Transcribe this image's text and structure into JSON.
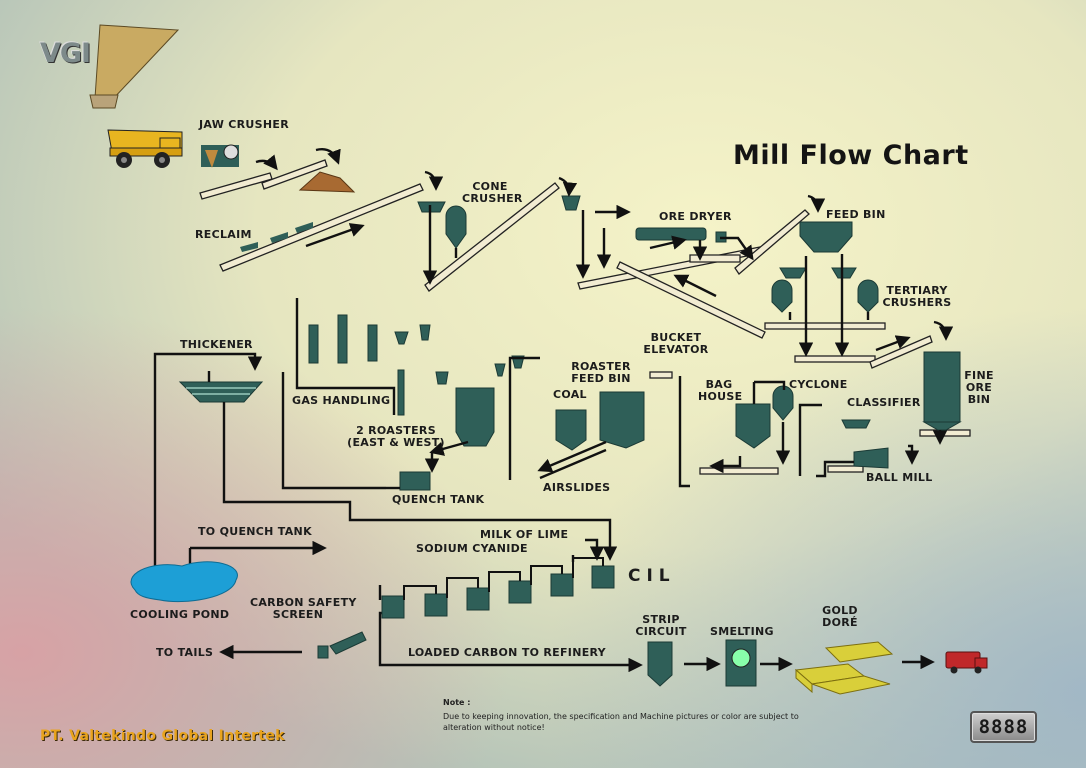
{
  "logo": {
    "text": "VGI"
  },
  "title": "Mill Flow Chart",
  "labels": {
    "jaw_crusher": "JAW CRUSHER",
    "reclaim": "RECLAIM",
    "cone_crusher": [
      "CONE",
      "CRUSHER"
    ],
    "ore_dryer": "ORE DRYER",
    "feed_bin": "FEED BIN",
    "tertiary_crushers": [
      "TERTIARY",
      "CRUSHERS"
    ],
    "thickener": "THICKENER",
    "gas_handling": "GAS HANDLING",
    "roasters": [
      "2 ROASTERS",
      "(EAST & WEST)"
    ],
    "quench_tank": "QUENCH TANK",
    "bucket_elevator": [
      "BUCKET",
      "ELEVATOR"
    ],
    "roaster_feed_bin": [
      "ROASTER",
      "FEED BIN"
    ],
    "coal": "COAL",
    "airslides": "AIRSLIDES",
    "bag_house": [
      "BAG",
      "HOUSE"
    ],
    "cyclone": "CYCLONE",
    "classifier": "CLASSIFIER",
    "fine_ore_bin": [
      "FINE",
      "ORE",
      "BIN"
    ],
    "ball_mill": "BALL MILL",
    "to_quench_tank": "TO QUENCH TANK",
    "milk_of_lime": "MILK OF LIME",
    "sodium_cyanide": "SODIUM CYANIDE",
    "cil": "CIL",
    "cooling_pond": "COOLING POND",
    "carbon_safety_screen": [
      "CARBON SAFETY",
      "SCREEN"
    ],
    "to_tails": "TO TAILS",
    "loaded_carbon": "LOADED CARBON TO REFINERY",
    "strip_circuit": [
      "STRIP",
      "CIRCUIT"
    ],
    "smelting": "SMELTING",
    "gold_dore": [
      "GOLD",
      "DORÉ"
    ]
  },
  "note": {
    "title": "Note :",
    "text": "Due to keeping innovation, the specification and Machine pictures or color are subject to alteration without notice!"
  },
  "footer": {
    "company": "PT. Valtekindo Global Intertek",
    "badge": "8888"
  },
  "colors": {
    "equipment": "#2f5f58",
    "line": "#111111",
    "pond": "#1d9fd6",
    "gold": "#d9cf3a",
    "truck_yellow": "#e8b520",
    "truck_red": "#c0282a",
    "conveyor": "#f2ecd2",
    "company_text": "#e8a31e"
  }
}
